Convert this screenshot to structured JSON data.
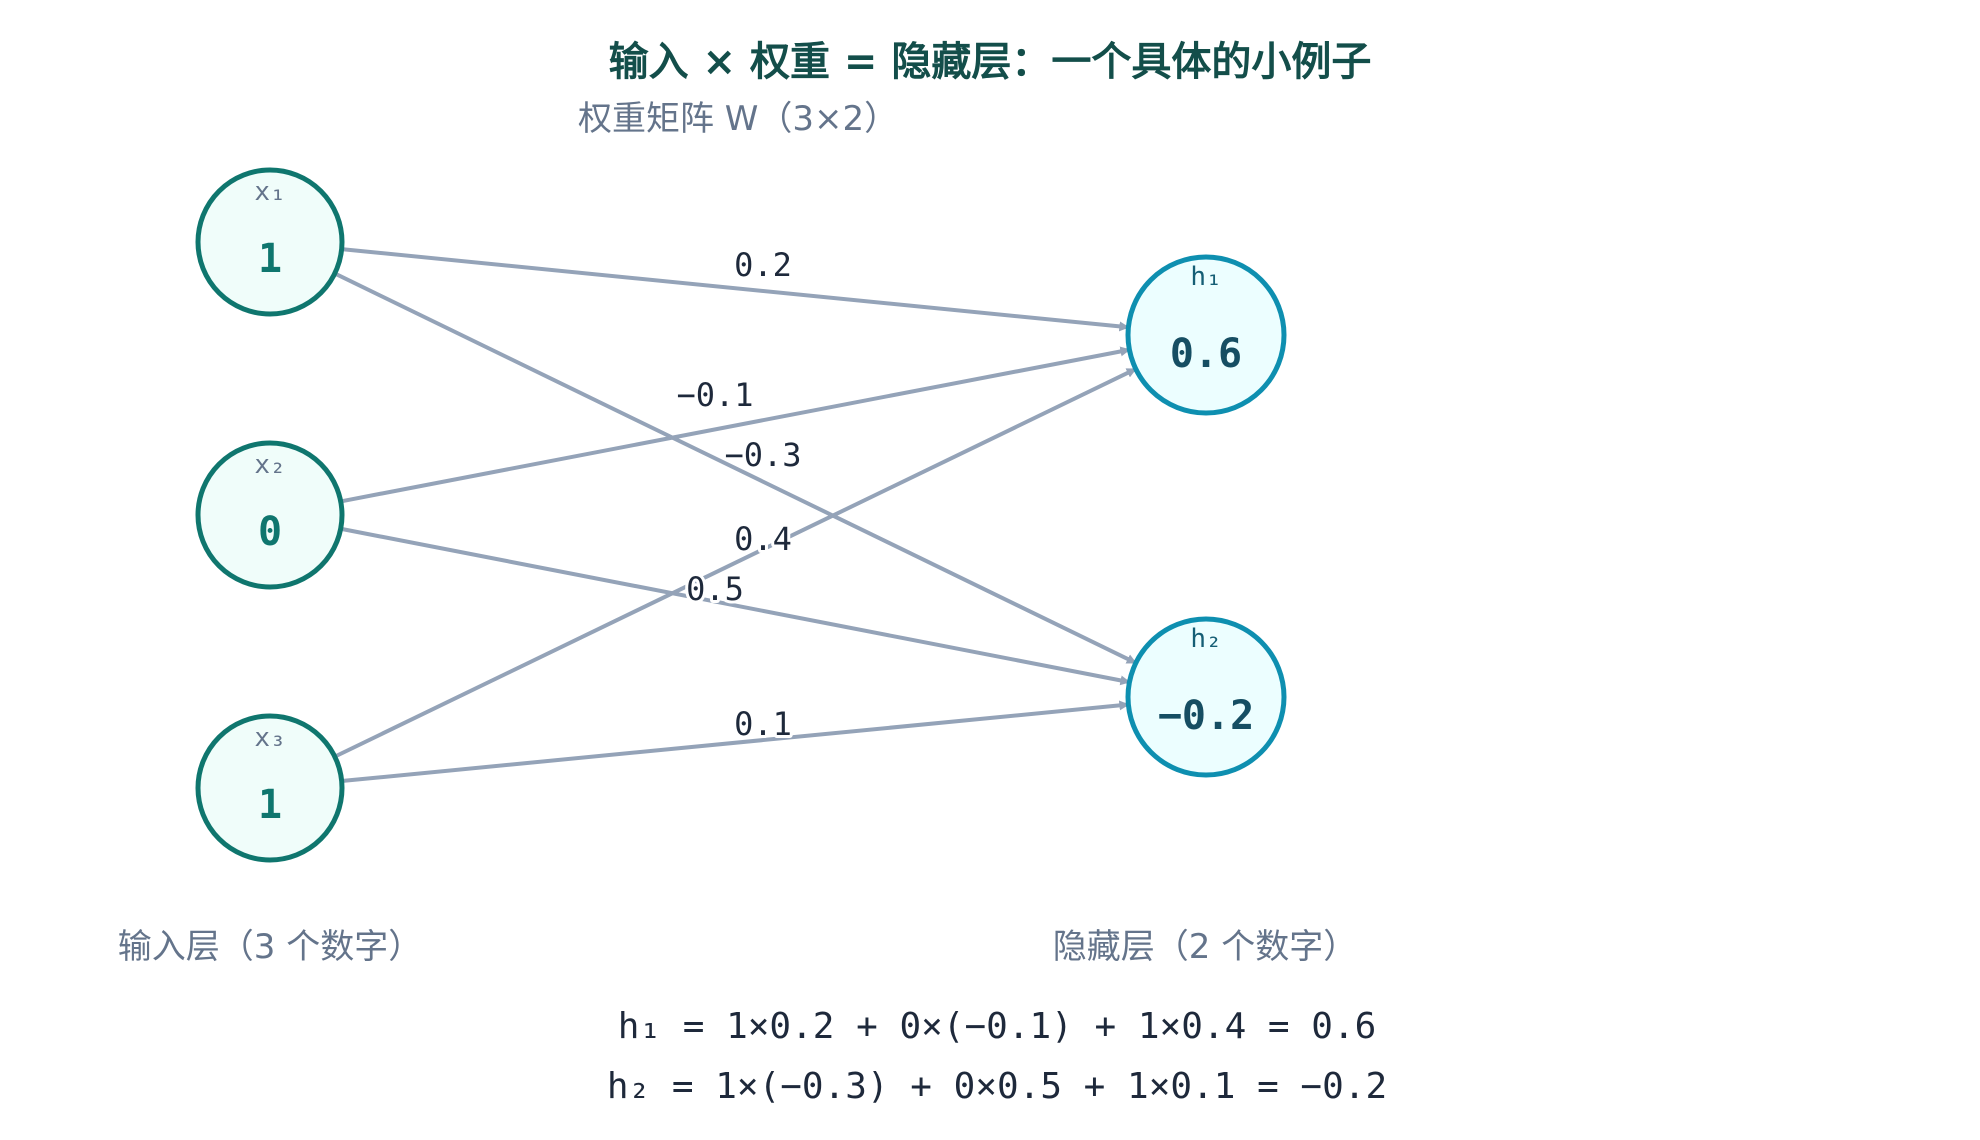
{
  "title": "输入 × 权重 = 隐藏层：一个具体的小例子",
  "weight_matrix_label": "权重矩阵 W（3×2）",
  "inputs": [
    {
      "name": "x₁",
      "value": "1"
    },
    {
      "name": "x₂",
      "value": "0"
    },
    {
      "name": "x₃",
      "value": "1"
    }
  ],
  "hidden": [
    {
      "name": "h₁",
      "value": "0.6"
    },
    {
      "name": "h₂",
      "value": "−0.2"
    }
  ],
  "weights": [
    {
      "from": 0,
      "to": 0,
      "label": "0.2"
    },
    {
      "from": 0,
      "to": 1,
      "label": "−0.3"
    },
    {
      "from": 1,
      "to": 0,
      "label": "−0.1"
    },
    {
      "from": 1,
      "to": 1,
      "label": "0.5"
    },
    {
      "from": 2,
      "to": 0,
      "label": "0.4"
    },
    {
      "from": 2,
      "to": 1,
      "label": "0.1"
    }
  ],
  "input_layer_label": "输入层（3 个数字）",
  "hidden_layer_label": "隐藏层（2 个数字）",
  "formulas": [
    "h₁ = 1×0.2 + 0×(−0.1) + 1×0.4 = 0.6",
    "h₂ = 1×(−0.3) + 0×0.5 + 1×0.1 = −0.2"
  ],
  "colors": {
    "input_stroke": "#0f766e",
    "hidden_stroke": "#0e8fb0",
    "edge": "#94a3b8",
    "title": "#134e4a"
  }
}
